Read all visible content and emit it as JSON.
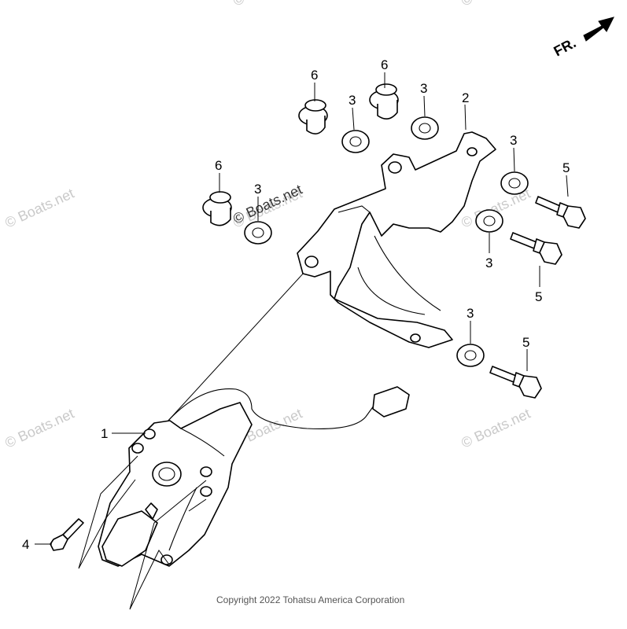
{
  "direction_label": "FR.",
  "watermarks": [
    "© Boats.net",
    "© Boats.net",
    "© Boats.net",
    "© Boats.net",
    "© Boats.net",
    "© Boats.net",
    "© Boats.net",
    "© Boats.net"
  ],
  "watermark_center": "© Boats.net",
  "copyright": "Copyright 2022 Tohatsu America Corporation",
  "callouts": {
    "c1": "1",
    "c2": "2",
    "c3a": "3",
    "c3b": "3",
    "c3c": "3",
    "c3d": "3",
    "c3e": "3",
    "c3f": "3",
    "c4": "4",
    "c5a": "5",
    "c5b": "5",
    "c5c": "5",
    "c6a": "6",
    "c6b": "6",
    "c6c": "6"
  }
}
